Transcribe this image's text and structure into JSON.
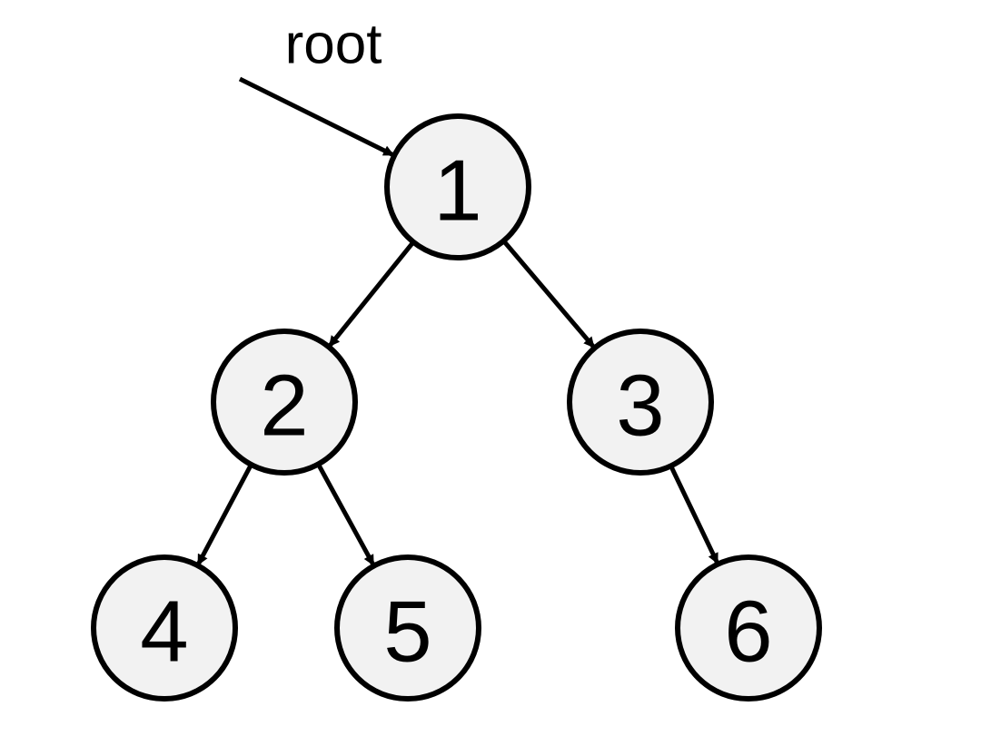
{
  "diagram": {
    "root_label": "root",
    "nodes": [
      {
        "id": "n1",
        "label": "1"
      },
      {
        "id": "n2",
        "label": "2"
      },
      {
        "id": "n3",
        "label": "3"
      },
      {
        "id": "n4",
        "label": "4"
      },
      {
        "id": "n5",
        "label": "5"
      },
      {
        "id": "n6",
        "label": "6"
      }
    ],
    "edges": [
      {
        "from": "n1",
        "to": "n2"
      },
      {
        "from": "n1",
        "to": "n3"
      },
      {
        "from": "n2",
        "to": "n4"
      },
      {
        "from": "n2",
        "to": "n5"
      },
      {
        "from": "n3",
        "to": "n6"
      }
    ],
    "colors": {
      "node_fill": "#f2f2f2",
      "stroke": "#000000",
      "background": "#ffffff"
    }
  }
}
